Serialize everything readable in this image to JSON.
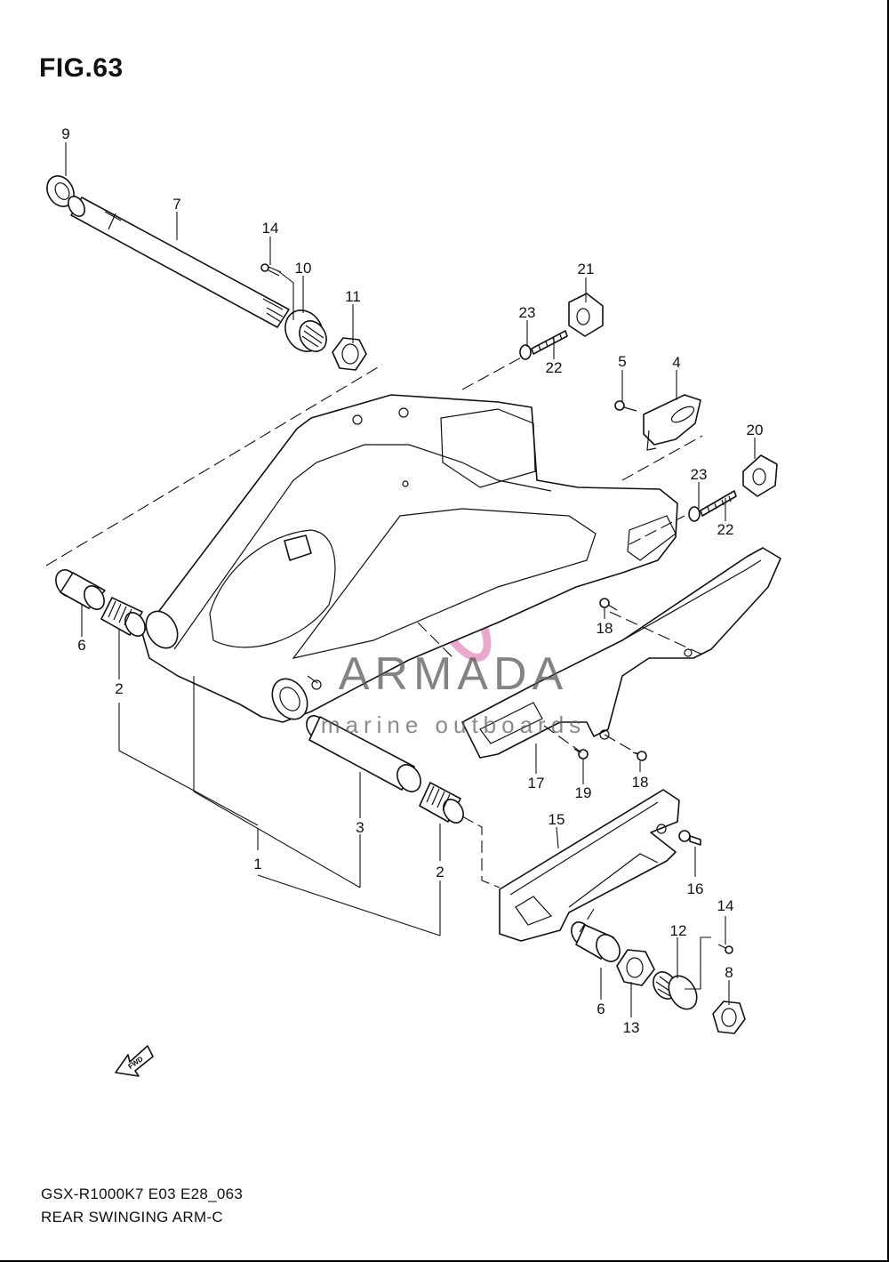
{
  "figure": {
    "title": "FIG.63"
  },
  "footer": {
    "model_code": "GSX-R1000K7 E03 E28_063",
    "assembly_name": "REAR SWINGING ARM-C"
  },
  "watermark": {
    "name": "ARMADA",
    "subtitle": "marine outboards",
    "color": "#e79bc4"
  },
  "fwd_label": "FWD",
  "callouts": [
    {
      "num": "9"
    },
    {
      "num": "7"
    },
    {
      "num": "14"
    },
    {
      "num": "10"
    },
    {
      "num": "11"
    },
    {
      "num": "21"
    },
    {
      "num": "23"
    },
    {
      "num": "22"
    },
    {
      "num": "5"
    },
    {
      "num": "4"
    },
    {
      "num": "20"
    },
    {
      "num": "23"
    },
    {
      "num": "22"
    },
    {
      "num": "6"
    },
    {
      "num": "2"
    },
    {
      "num": "18"
    },
    {
      "num": "17"
    },
    {
      "num": "19"
    },
    {
      "num": "18"
    },
    {
      "num": "3"
    },
    {
      "num": "1"
    },
    {
      "num": "2"
    },
    {
      "num": "15"
    },
    {
      "num": "16"
    },
    {
      "num": "14"
    },
    {
      "num": "12"
    },
    {
      "num": "8"
    },
    {
      "num": "6"
    },
    {
      "num": "13"
    }
  ]
}
